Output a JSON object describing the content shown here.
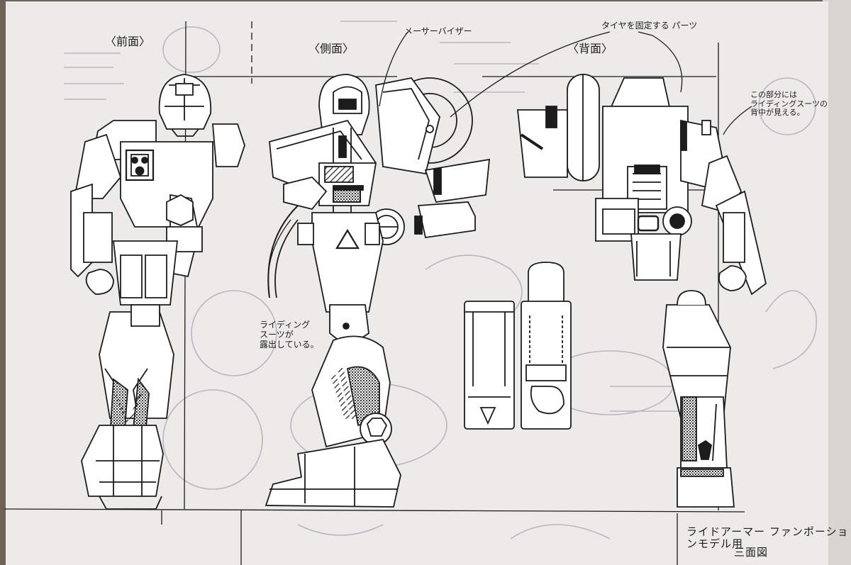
{
  "sheet": {
    "title_line1": "ライドアーマー ファンポーションモデル用",
    "title_line2": "三面図"
  },
  "views": {
    "front": "〈前面〉",
    "side": "〈側面〉",
    "back": "〈背面〉"
  },
  "annotations": {
    "visor": "メーサーバイザー",
    "tire_parts": "タイヤを固定する パーツ",
    "riding_suit_note": "この部分には\nライディングスーツの\n背中が見える。",
    "suit_exposed": "ライディング\nスーツが\n露出している。"
  },
  "colors": {
    "paper": "#ecebe9",
    "ink": "#1c1c1c",
    "ghost_ink": "#b9b6c4",
    "background": "#6e6158"
  }
}
